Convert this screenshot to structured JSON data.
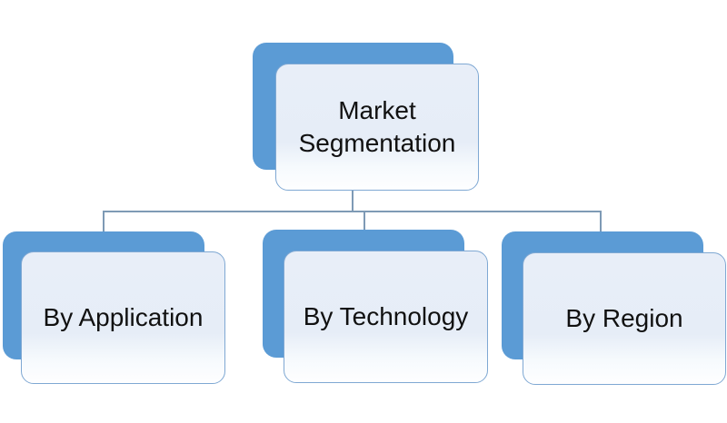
{
  "diagram": {
    "type": "hierarchy",
    "root": {
      "label": "Market Segmentation"
    },
    "children": [
      {
        "label": "By Application"
      },
      {
        "label": "By Technology"
      },
      {
        "label": "By Region"
      }
    ]
  },
  "colors": {
    "background": "#ffffff",
    "node_back": "#5b9bd5",
    "node_front_top": "#e8eef8",
    "node_front_bottom": "#fefeff",
    "node_border": "#7fa8d3",
    "connector": "#7e9ab5",
    "text": "#111111"
  }
}
